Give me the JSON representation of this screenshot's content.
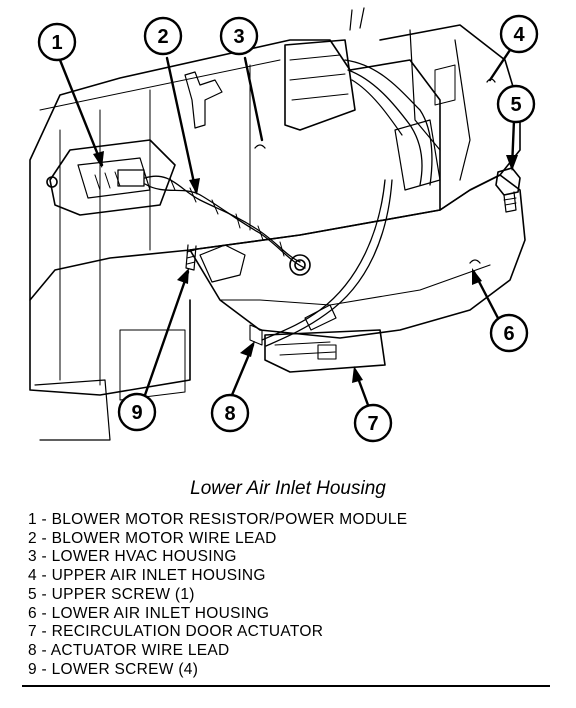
{
  "figure": {
    "caption": "Lower Air Inlet Housing",
    "callouts": [
      {
        "id": "1",
        "label": "1"
      },
      {
        "id": "2",
        "label": "2"
      },
      {
        "id": "3",
        "label": "3"
      },
      {
        "id": "4",
        "label": "4"
      },
      {
        "id": "5",
        "label": "5"
      },
      {
        "id": "6",
        "label": "6"
      },
      {
        "id": "7",
        "label": "7"
      },
      {
        "id": "8",
        "label": "8"
      },
      {
        "id": "9",
        "label": "9"
      }
    ],
    "legend": [
      "1 - BLOWER MOTOR RESISTOR/POWER MODULE",
      "2 - BLOWER MOTOR WIRE LEAD",
      "3 - LOWER HVAC HOUSING",
      "4 - UPPER AIR INLET HOUSING",
      "5 - UPPER SCREW (1)",
      "6 - LOWER AIR INLET HOUSING",
      "7 - RECIRCULATION DOOR ACTUATOR",
      "8 - ACTUATOR WIRE LEAD",
      "9 - LOWER SCREW (4)"
    ]
  }
}
